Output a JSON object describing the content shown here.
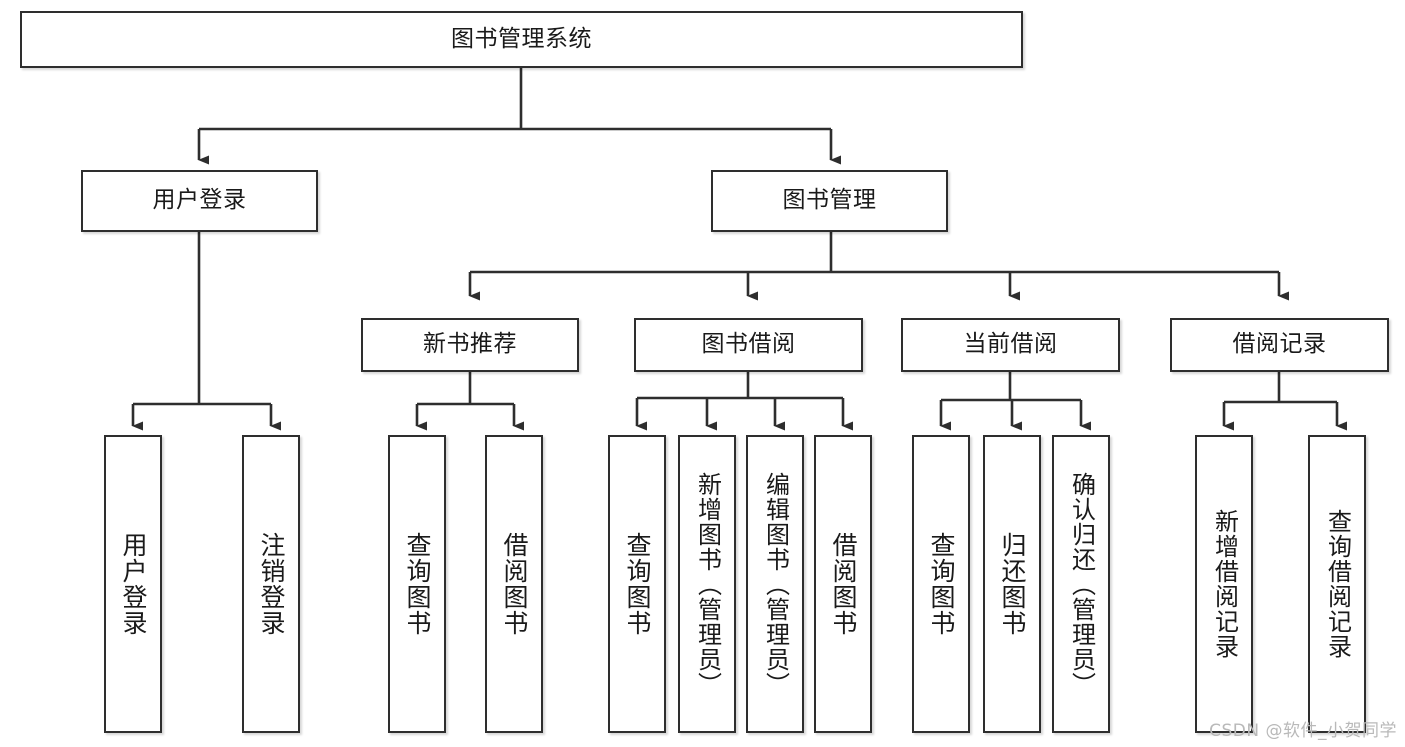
{
  "diagram": {
    "title": "图书管理系统",
    "type": "tree-hierarchy",
    "root": {
      "label": "图书管理系统"
    },
    "level2": [
      {
        "label": "用户登录"
      },
      {
        "label": "图书管理"
      }
    ],
    "level3": [
      {
        "label": "新书推荐"
      },
      {
        "label": "图书借阅"
      },
      {
        "label": "当前借阅"
      },
      {
        "label": "借阅记录"
      }
    ],
    "leaves": {
      "user_login": [
        {
          "label": "用户登录"
        },
        {
          "label": "注销登录"
        }
      ],
      "new_book_recommend": [
        {
          "label": "查询图书"
        },
        {
          "label": "借阅图书"
        }
      ],
      "book_borrow": [
        {
          "label": "查询图书"
        },
        {
          "label": "新增图书（管理员）"
        },
        {
          "label": "编辑图书（管理员）"
        },
        {
          "label": "借阅图书"
        }
      ],
      "current_borrow": [
        {
          "label": "查询图书"
        },
        {
          "label": "归还图书"
        },
        {
          "label": "确认归还（管理员）"
        }
      ],
      "borrow_record": [
        {
          "label": "新增借阅记录"
        },
        {
          "label": "查询借阅记录"
        }
      ]
    },
    "colors": {
      "stroke": "#2e2e2e",
      "fill": "#ffffff",
      "text": "#1a1a1a",
      "watermark": "#b9b9b9"
    }
  },
  "watermark": {
    "text": "CSDN @软件_小贺同学"
  }
}
